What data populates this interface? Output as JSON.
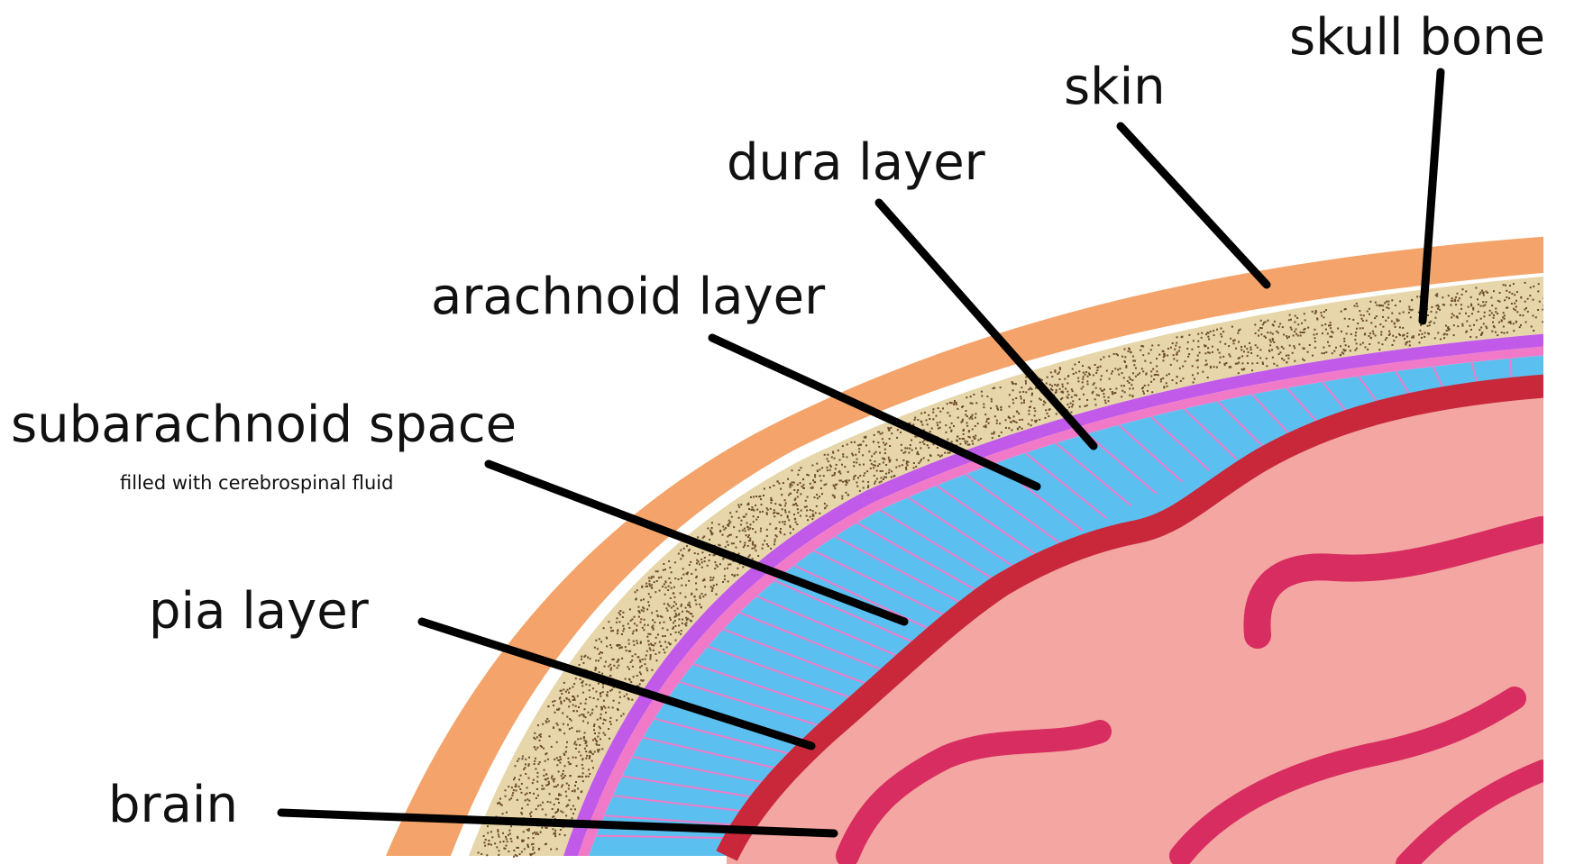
{
  "labels": {
    "skull_bone": "skull bone",
    "skin": "skin",
    "dura_layer": "dura layer",
    "arachnoid_layer": "arachnoid layer",
    "subarachnoid_space": "subarachnoid space",
    "subarachnoid_note": "filled with cerebrospinal fluid",
    "pia_layer": "pia layer",
    "brain": "brain"
  },
  "colors": {
    "skin": "#F4A46A",
    "skull_bone": "#E6D6AA",
    "skull_speckle": "#6B4A2A",
    "dura": "#C15AE8",
    "arachnoid": "#F07AC8",
    "csf": "#5BC0F0",
    "pia": "#C8283A",
    "brain": "#F4A6A2",
    "sulci": "#D82D60",
    "leader_lines": "#000000"
  }
}
